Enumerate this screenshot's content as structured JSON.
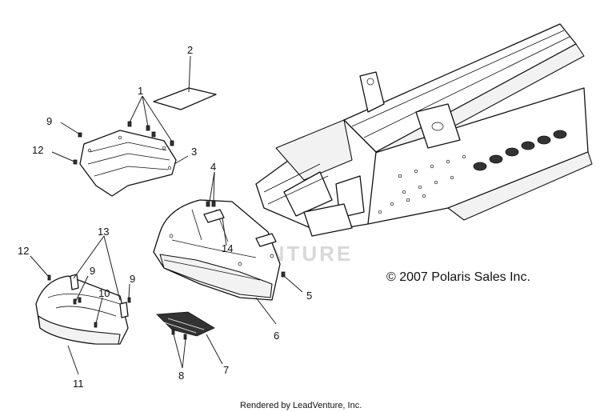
{
  "callouts": [
    {
      "label": "1"
    },
    {
      "label": "2"
    },
    {
      "label": "3"
    },
    {
      "label": "4"
    },
    {
      "label": "5"
    },
    {
      "label": "6"
    },
    {
      "label": "7"
    },
    {
      "label": "8"
    },
    {
      "label": "9"
    },
    {
      "label": "12"
    },
    {
      "label": "13"
    },
    {
      "label": "12"
    },
    {
      "label": "9"
    },
    {
      "label": "10"
    },
    {
      "label": "9"
    },
    {
      "label": "11"
    },
    {
      "label": "14"
    }
  ],
  "copyright": "© 2007 Polaris Sales Inc.",
  "rendered_by": "Rendered by LeadVenture, Inc.",
  "watermark": "VENTURE"
}
